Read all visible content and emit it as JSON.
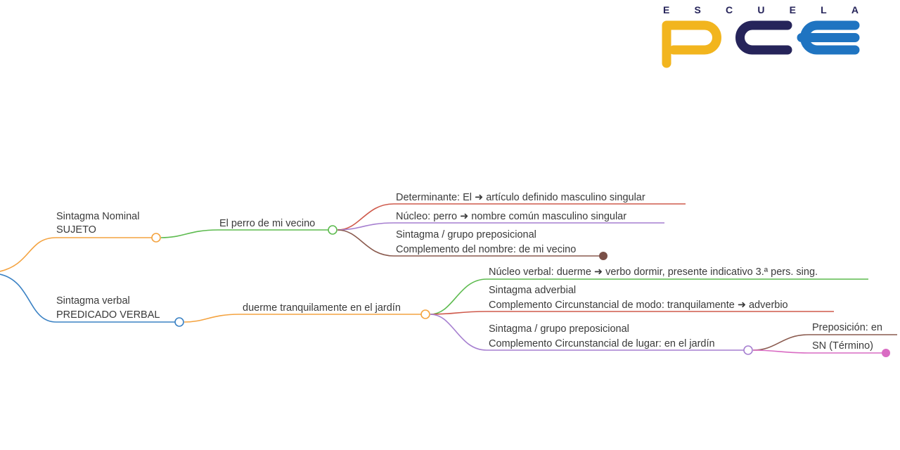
{
  "logo": {
    "word": "ESCUELA",
    "mark": "PCE",
    "colors": {
      "word": "#26245a",
      "p": "#f2b51e",
      "c": "#26245a",
      "e": "#1f74c1"
    }
  },
  "colors": {
    "orange": "#f4a340",
    "blue": "#3b82c4",
    "green": "#5dbb4f",
    "red": "#cf5a4c",
    "purple": "#a67fd0",
    "brown": "#8a5a4e",
    "pink": "#d96bc3"
  },
  "nodes": {
    "sn_title": "Sintagma Nominal",
    "sn_sub": "SUJETO",
    "sn_phrase": "El perro de mi vecino",
    "det": "Determinante: El ➜ artículo definido masculino singular",
    "nucleo": "Núcleo: perro ➜ nombre común masculino singular",
    "sprep1_title": "Sintagma / grupo preposicional",
    "sprep1_sub": "Complemento del nombre: de mi vecino",
    "sv_title": "Sintagma verbal",
    "sv_sub": "PREDICADO VERBAL",
    "sv_phrase": "duerme tranquilamente en el jardín",
    "nucleo_verbal": "Núcleo verbal: duerme ➜ verbo dormir, presente indicativo 3.ª pers. sing.",
    "sadv_title": "Sintagma adverbial",
    "sadv_sub": "Complemento Circunstancial de modo: tranquilamente ➜ adverbio",
    "sprep2_title": "Sintagma / grupo preposicional",
    "sprep2_sub": "Complemento Circunstancial de lugar: en el jardín",
    "prep": "Preposición: en",
    "termino": "SN (Término)"
  }
}
